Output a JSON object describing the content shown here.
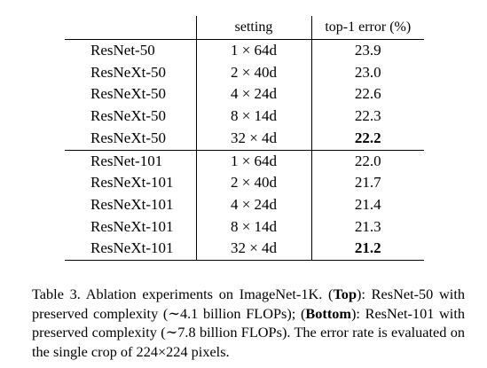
{
  "table": {
    "headers": [
      "",
      "setting",
      "top-1 error (%)"
    ],
    "groups": [
      {
        "rows": [
          {
            "model": "ResNet-50",
            "setting": "1 × 64d",
            "error": "23.9",
            "bold": false
          },
          {
            "model": "ResNeXt-50",
            "setting": "2 × 40d",
            "error": "23.0",
            "bold": false
          },
          {
            "model": "ResNeXt-50",
            "setting": "4 × 24d",
            "error": "22.6",
            "bold": false
          },
          {
            "model": "ResNeXt-50",
            "setting": "8 × 14d",
            "error": "22.3",
            "bold": false
          },
          {
            "model": "ResNeXt-50",
            "setting": "32 × 4d",
            "error": "22.2",
            "bold": true
          }
        ]
      },
      {
        "rows": [
          {
            "model": "ResNet-101",
            "setting": "1 × 64d",
            "error": "22.0",
            "bold": false
          },
          {
            "model": "ResNeXt-101",
            "setting": "2 × 40d",
            "error": "21.7",
            "bold": false
          },
          {
            "model": "ResNeXt-101",
            "setting": "4 × 24d",
            "error": "21.4",
            "bold": false
          },
          {
            "model": "ResNeXt-101",
            "setting": "8 × 14d",
            "error": "21.3",
            "bold": false
          },
          {
            "model": "ResNeXt-101",
            "setting": "32 × 4d",
            "error": "21.2",
            "bold": true
          }
        ]
      }
    ]
  },
  "caption": {
    "prefix": "Table 3. Ablation experiments on ImageNet-1K. (",
    "top_label": "Top",
    "middle": "): ResNet-50 with preserved complexity (∼4.1 billion FLOPs); (",
    "bottom_label": "Bottom",
    "suffix": "): ResNet-101 with preserved complexity (∼7.8 billion FLOPs). The error rate is evaluated on the single crop of 224×224 pixels."
  }
}
